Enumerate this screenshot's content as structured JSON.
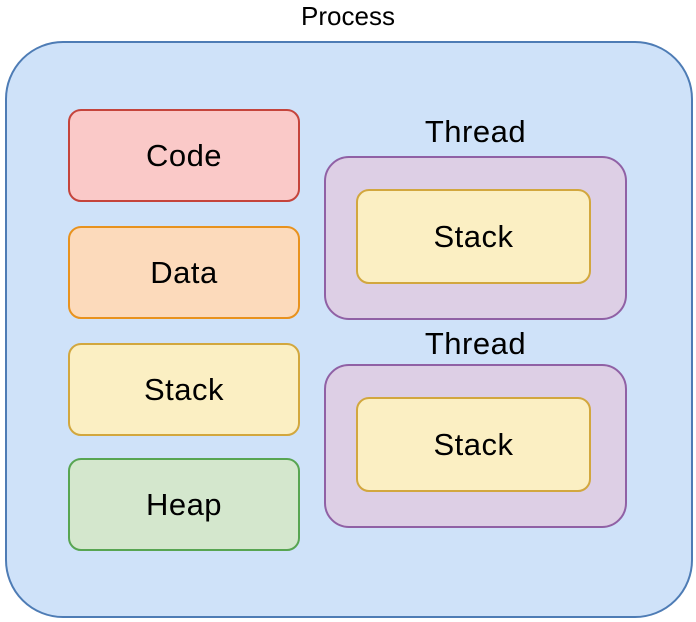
{
  "diagram": {
    "title": "Process",
    "process": {
      "fill": "#cfe2f9",
      "border": "#4e7cb5",
      "memory_blocks": [
        {
          "label": "Code",
          "fill": "#fac9c8",
          "border": "#c5443c"
        },
        {
          "label": "Data",
          "fill": "#fcdabb",
          "border": "#e8921e"
        },
        {
          "label": "Stack",
          "fill": "#fbefc3",
          "border": "#d2a73e"
        },
        {
          "label": "Heap",
          "fill": "#d4e7cd",
          "border": "#58a552"
        }
      ],
      "threads": [
        {
          "label": "Thread",
          "fill": "#ddcfe5",
          "border": "#9061a5",
          "stack": {
            "label": "Stack",
            "fill": "#fbefc3",
            "border": "#d2a73e"
          }
        },
        {
          "label": "Thread",
          "fill": "#ddcfe5",
          "border": "#9061a5",
          "stack": {
            "label": "Stack",
            "fill": "#fbefc3",
            "border": "#d2a73e"
          }
        }
      ]
    }
  }
}
